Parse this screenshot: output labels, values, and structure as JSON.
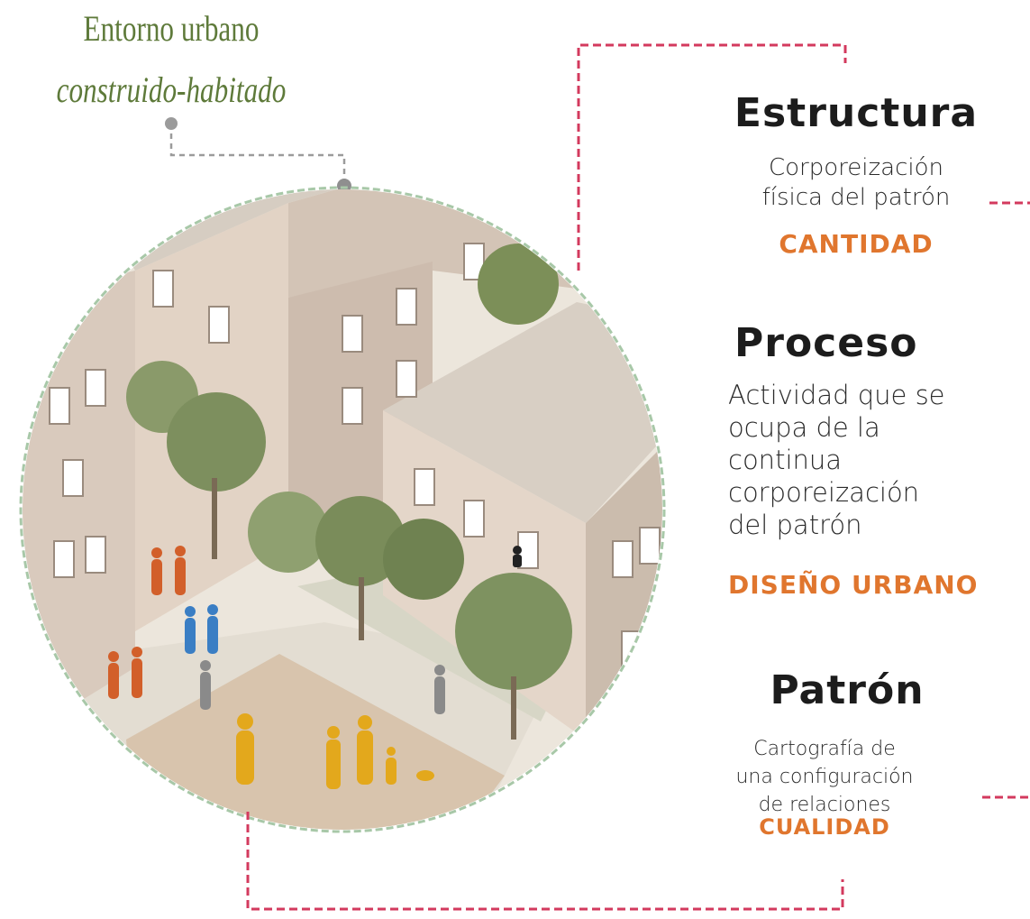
{
  "environment": {
    "title": "Entorno urbano",
    "subtitle": "construido-habitado"
  },
  "concepts": {
    "estructura": {
      "title": "Estructura",
      "description_lines": [
        "Corporeización",
        "física del patrón"
      ],
      "tag": "CANTIDAD"
    },
    "proceso": {
      "title": "Proceso",
      "description_lines": [
        "Actividad que se",
        "ocupa de la",
        "continua",
        "corporeización",
        "del patrón"
      ],
      "tag": "DISEÑO URBANO"
    },
    "patron": {
      "title": "Patrón",
      "description_lines": [
        "Cartografía de",
        "una configuración",
        "de relaciones"
      ],
      "tag": "CUALIDAD"
    }
  },
  "colors": {
    "title_green": "#5e7a3a",
    "accent_orange": "#e0762e",
    "connector_red": "#d33a5e",
    "connector_gray": "#9b9b9b",
    "circle_dash_green": "#a8c8a8"
  }
}
